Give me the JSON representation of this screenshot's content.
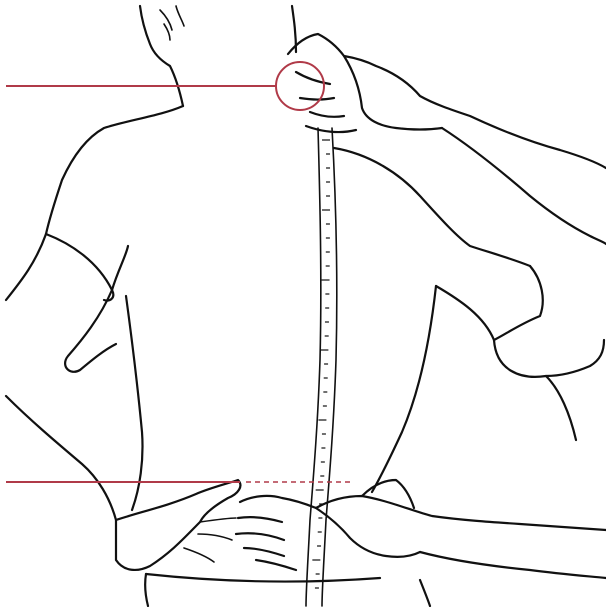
{
  "figure": {
    "alt": "",
    "colors": {
      "ink": "#111111",
      "marker": "#b03a48",
      "background": "#ffffff"
    },
    "markers": {
      "top": {
        "kind": "reference-line-with-circle",
        "icon": "neck-vertebra-circle-icon"
      },
      "bottom": {
        "kind": "reference-line-with-dashed-extension",
        "icon": "waist-line-icon"
      }
    },
    "subjects": [
      "person-back-view",
      "measuring-hands"
    ],
    "tool": "measuring-tape-icon"
  }
}
